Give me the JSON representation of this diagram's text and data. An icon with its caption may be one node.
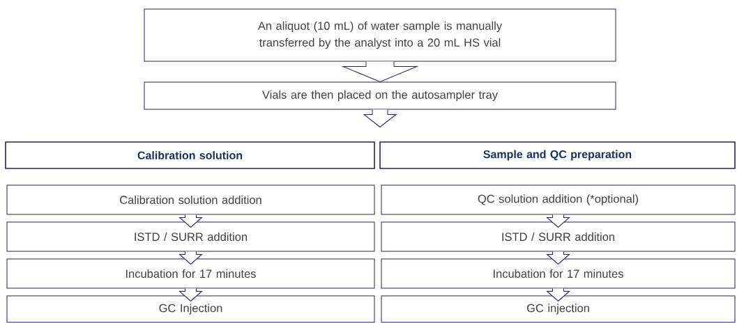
{
  "diagram": {
    "nodes": [
      {
        "text": [
          "An aliquot (10 mL) of water sample is manually transferred by the analyst into a 20 mL HS vial"
        ]
      },
      {
        "text": [
          "Vials are then placed on the autosampler tray"
        ]
      },
      {
        "text": [
          "Calibration solution"
        ]
      },
      {
        "text": [
          "Sample and QC preparation"
        ]
      },
      {
        "text": [
          "Calibration solution addition"
        ]
      },
      {
        "text": [
          "ISTD / SURR addition"
        ]
      },
      {
        "text": [
          "Incubation for 17 minutes"
        ]
      },
      {
        "text": [
          "GC Injection"
        ]
      },
      {
        "text": [
          "QC solution addition (*optional)"
        ]
      },
      {
        "text": [
          "ISTD / SURR addition"
        ]
      },
      {
        "text": [
          "Incubation for 17 minutes"
        ]
      },
      {
        "text": [
          "GC injection"
        ]
      }
    ],
    "edges": [
      {
        "from": 0,
        "to": 1,
        "arrow": "to"
      },
      {
        "from": 1,
        "to": null,
        "arrow": "to"
      },
      {
        "from": 4,
        "to": 5,
        "arrow": "to"
      },
      {
        "from": 5,
        "to": 6,
        "arrow": "to"
      },
      {
        "from": 6,
        "to": 7,
        "arrow": "to"
      },
      {
        "from": 8,
        "to": 9,
        "arrow": "to"
      },
      {
        "from": 9,
        "to": 10,
        "arrow": "to"
      },
      {
        "from": 10,
        "to": 11,
        "arrow": "to"
      }
    ]
  }
}
